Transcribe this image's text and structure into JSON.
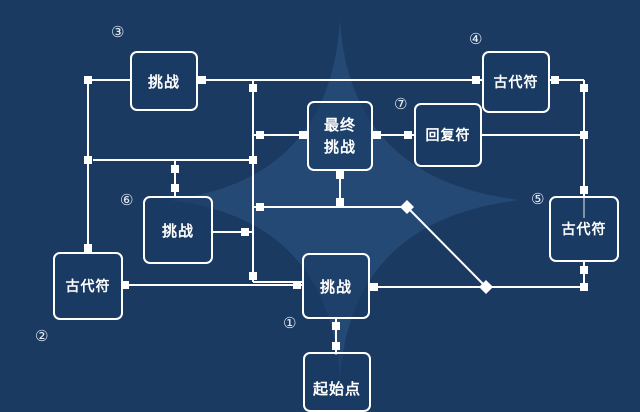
{
  "colors": {
    "background": "#1a3a62",
    "line": "#ffffff",
    "glow": "#2f5685"
  },
  "nodes": {
    "start": "起始点",
    "challenge_1": "挑战",
    "ancient_2": "古代符",
    "challenge_3": "挑战",
    "ancient_4": "古代符",
    "ancient_5": "古代符",
    "challenge_6": "挑战",
    "restore_7": "回复符",
    "final_line1": "最终",
    "final_line2": "挑战"
  },
  "markers": {
    "m1": "①",
    "m2": "②",
    "m3": "③",
    "m4": "④",
    "m5": "⑤",
    "m6": "⑥",
    "m7": "⑦"
  }
}
